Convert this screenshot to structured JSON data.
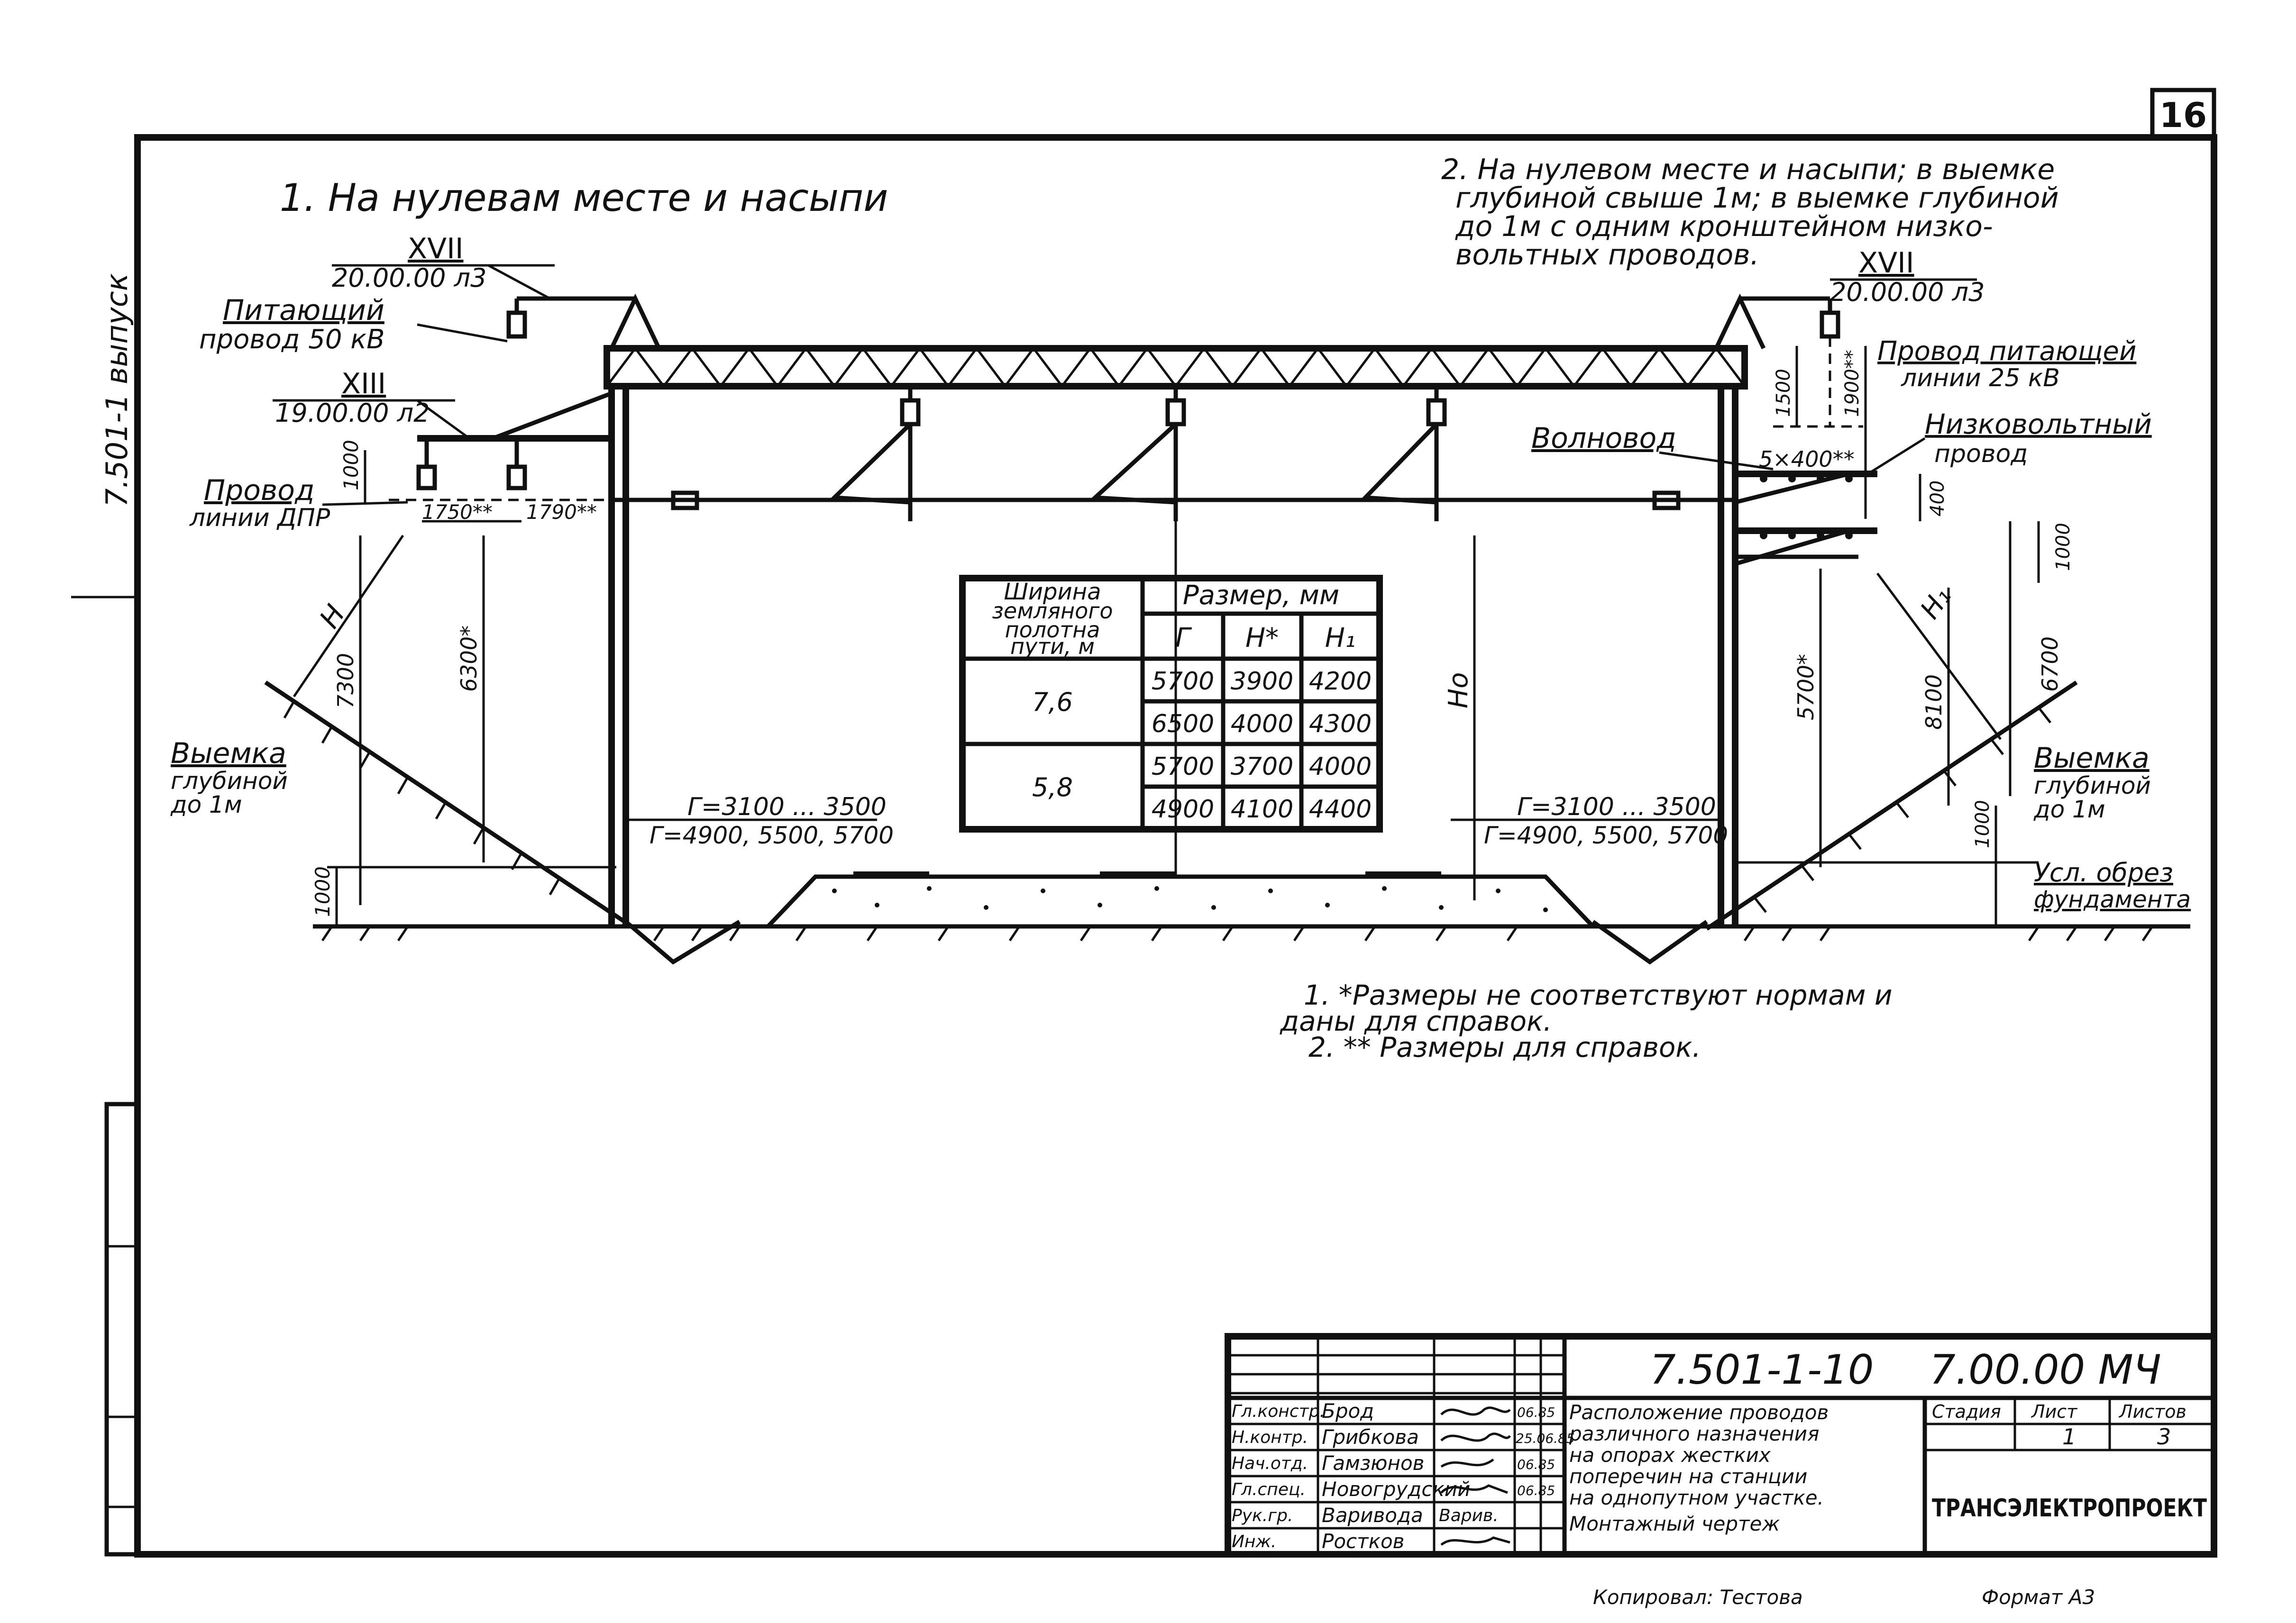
{
  "sheet": {
    "number": "16",
    "side_code": "7.501-1 выпуск"
  },
  "heading_left": "1. На нулевам месте и насыпи",
  "heading_right": [
    "2. На нулевом месте и насыпи; в выемке",
    "глубиной свыше 1м; в выемке глубиной",
    "до 1м с одним кронштейном низко-",
    "вольтных проводов."
  ],
  "left": {
    "node_upper_roman": "XVII",
    "node_upper_mark": "20.00.00 л3",
    "feed_label_1": "Питающий",
    "feed_label_2": "провод 50 кВ",
    "node_lower_roman": "XIII",
    "node_lower_mark": "19.00.00 л2",
    "dpr_label_1": "Провод",
    "dpr_label_2": "линии ДПР",
    "dim_1000": "1000",
    "dim_1750": "1750**",
    "dim_1790": "1790**",
    "dim_h": "Н",
    "dim_7300": "7300",
    "dim_6300": "6300*",
    "cut_label_1": "Выемка",
    "cut_label_2": "глубиной",
    "cut_label_3": "до 1м",
    "dim_1000_base": "1000",
    "gauge_1": "Г=3100 ... 3500",
    "gauge_2": "Г=4900, 5500, 5700"
  },
  "right": {
    "node_roman": "XVII",
    "node_mark": "20.00.00 л3",
    "feed_label_1": "Провод питающей",
    "feed_label_2": "линии 25 кВ",
    "dim_1500": "1500",
    "dim_1900": "1900**",
    "waveguide_label": "Волновод",
    "dim_5x400": "5×400**",
    "lowvolt_label_1": "Низковольтный",
    "lowvolt_label_2": "провод",
    "dim_400": "400",
    "dim_1000": "1000",
    "dim_h1": "Н₁",
    "dim_5700": "5700*",
    "dim_8100": "8100",
    "dim_6700": "6700",
    "dim_1000_base": "1000",
    "cut_label_1": "Выемка",
    "cut_label_2": "глубиной",
    "cut_label_3": "до 1м",
    "foundation_1": "Усл. обрез",
    "foundation_2": "фундамента",
    "gauge_1": "Г=3100 ... 3500",
    "gauge_2": "Г=4900, 5500, 5700"
  },
  "center": {
    "dim_h0": "Но"
  },
  "table": {
    "col0_header": [
      "Ширина",
      "земляного",
      "полотна",
      "пути, м"
    ],
    "size_header": "Размер, мм",
    "sub_headers": [
      "Г",
      "Н*",
      "Н₁"
    ],
    "groups": [
      {
        "width": "7,6",
        "rows": [
          [
            "5700",
            "3900",
            "4200"
          ],
          [
            "6500",
            "4000",
            "4300"
          ]
        ]
      },
      {
        "width": "5,8",
        "rows": [
          [
            "5700",
            "3700",
            "4000"
          ],
          [
            "4900",
            "4100",
            "4400"
          ]
        ]
      }
    ]
  },
  "notes": [
    "1. *Размеры не соответствуют нормам и",
    "даны для справок.",
    "2. ** Размеры для справок."
  ],
  "title_block": {
    "doc_code": "7.501-1-10",
    "drawing_code": "7.00.00 МЧ",
    "roles": [
      "Гл.констр.",
      "Н.контр.",
      "Нач.отд.",
      "Гл.спец.",
      "Рук.гр.",
      "Инж."
    ],
    "names": [
      "Брод",
      "Грибкова",
      "Гамзюнов",
      "Новогрудский",
      "Варивода",
      "Ростков"
    ],
    "signatures": [
      "",
      "",
      "",
      "",
      "Варив.",
      ""
    ],
    "dates": [
      "06.85",
      "25.06.85",
      "06.85",
      "06.85",
      "",
      ""
    ],
    "description": [
      "Расположение проводов",
      "различного назначения",
      "на опорах жестких",
      "поперечин на станции",
      "на однопутном участке.",
      "Монтажный чертеж"
    ],
    "stage_label": "Стадия",
    "sheet_label": "Лист",
    "sheets_label": "Листов",
    "sheet_value": "1",
    "sheets_value": "3",
    "organization": "ТРАНСЭЛЕКТРОПРОЕКТ"
  },
  "footer": {
    "copied": "Копировал: Тестова",
    "format": "Формат А3"
  }
}
